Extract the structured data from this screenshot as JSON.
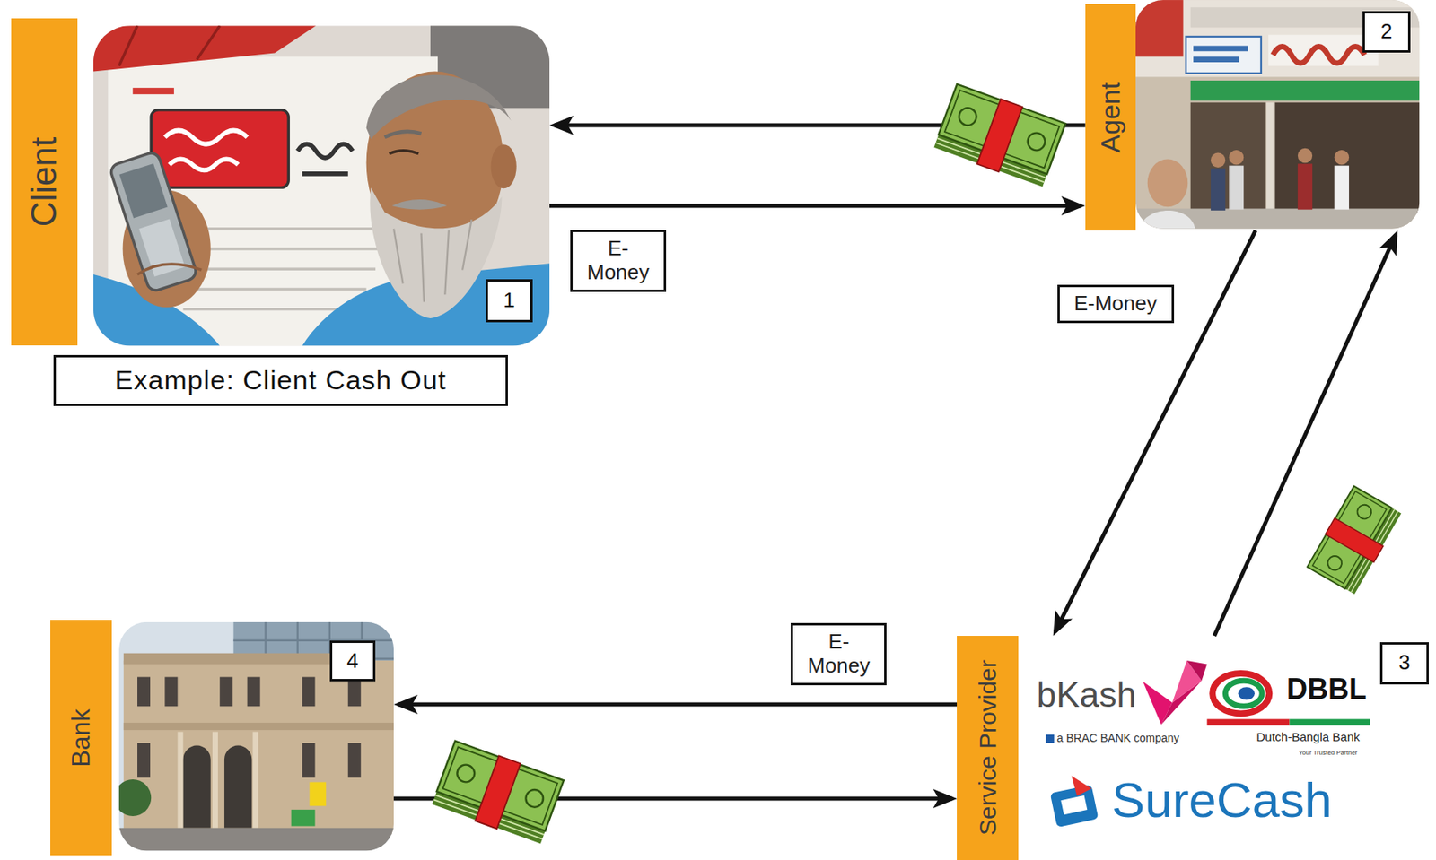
{
  "diagram": {
    "nodes": [
      {
        "text": [
          "Client"
        ]
      },
      {
        "text": [
          "1"
        ],
        "in": 0
      },
      {
        "text": [
          "Agent"
        ]
      },
      {
        "text": [
          "2"
        ],
        "in": 2
      },
      {
        "text": [
          "Example: Client Cash Out"
        ]
      },
      {
        "text": [
          "Bank"
        ]
      },
      {
        "text": [
          "4"
        ],
        "in": 5
      },
      {
        "text": [
          "Service Provider"
        ]
      },
      {
        "text": [
          "3"
        ],
        "in": 7
      }
    ],
    "edges": [
      {
        "from": 2,
        "to": 0,
        "arrow": "to"
      },
      {
        "from": 0,
        "to": 2,
        "label": "E-Money",
        "arrow": "to"
      },
      {
        "from": 2,
        "to": 7,
        "label": "E-Money",
        "arrow": "to"
      },
      {
        "from": 7,
        "to": 2,
        "arrow": "to"
      },
      {
        "from": 7,
        "to": 5,
        "label": "E-Money",
        "arrow": "to"
      },
      {
        "from": 5,
        "to": 7,
        "arrow": "to"
      }
    ],
    "labels": [
      "bKash",
      "a BRAC BANK company",
      "DBBL",
      "Dutch-Bangla Bank",
      "Your Trusted Partner",
      "SureCash"
    ]
  }
}
